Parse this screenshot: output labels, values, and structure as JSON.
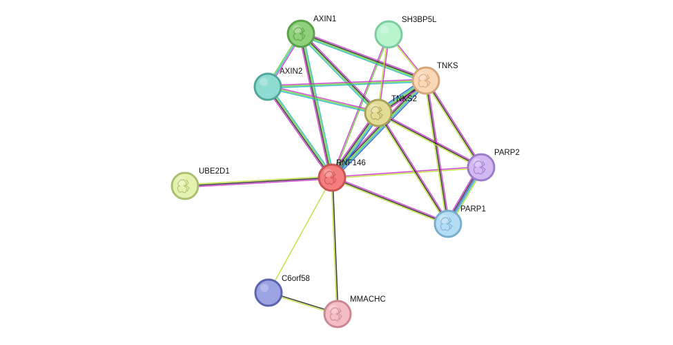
{
  "diagram": {
    "nodes": [
      {
        "id": "RNF146",
        "label": "RNF146",
        "color": "#f47e7e",
        "stroke": "#c85454",
        "has_structure": true
      },
      {
        "id": "AXIN1",
        "label": "AXIN1",
        "color": "#8fd07a",
        "stroke": "#5aa14a",
        "has_structure": true
      },
      {
        "id": "SH3BP5L",
        "label": "SH3BP5L",
        "color": "#b8f5cf",
        "stroke": "#7ccc9f",
        "has_structure": false
      },
      {
        "id": "TNKS",
        "label": "TNKS",
        "color": "#fad7b5",
        "stroke": "#d5a57c",
        "has_structure": true
      },
      {
        "id": "AXIN2",
        "label": "AXIN2",
        "color": "#8fdcd2",
        "stroke": "#51a79c",
        "has_structure": false
      },
      {
        "id": "TNKS2",
        "label": "TNKS2",
        "color": "#e2dc96",
        "stroke": "#a9a25a",
        "has_structure": true
      },
      {
        "id": "PARP2",
        "label": "PARP2",
        "color": "#d2b9f2",
        "stroke": "#9c7dcb",
        "has_structure": true
      },
      {
        "id": "PARP1",
        "label": "PARP1",
        "color": "#b4ddf5",
        "stroke": "#7aaecf",
        "has_structure": true
      },
      {
        "id": "UBE2D1",
        "label": "UBE2D1",
        "color": "#e3f2ae",
        "stroke": "#a9c070",
        "has_structure": true
      },
      {
        "id": "C6orf58",
        "label": "C6orf58",
        "color": "#9ba3e3",
        "stroke": "#5b64ad",
        "has_structure": false
      },
      {
        "id": "MMACHC",
        "label": "MMACHC",
        "color": "#f4bcc4",
        "stroke": "#c98892",
        "has_structure": true
      }
    ],
    "edges": [
      {
        "source": "RNF146",
        "target": "AXIN1",
        "types": [
          "#cc33cc",
          "#222222",
          "#66cc33",
          "#22bbbb"
        ]
      },
      {
        "source": "RNF146",
        "target": "AXIN2",
        "types": [
          "#cc33cc",
          "#222222",
          "#66cc33",
          "#22bbbb"
        ]
      },
      {
        "source": "RNF146",
        "target": "TNKS",
        "types": [
          "#cc33cc",
          "#222222",
          "#66cc33",
          "#22bbbb",
          "#3355cc"
        ]
      },
      {
        "source": "RNF146",
        "target": "TNKS2",
        "types": [
          "#cc33cc",
          "#222222",
          "#66cc33",
          "#22bbbb",
          "#3355cc"
        ]
      },
      {
        "source": "RNF146",
        "target": "SH3BP5L",
        "types": [
          "#cc33cc",
          "#66cc33"
        ]
      },
      {
        "source": "RNF146",
        "target": "PARP2",
        "types": [
          "#cc33cc",
          "#bbdd33"
        ]
      },
      {
        "source": "RNF146",
        "target": "PARP1",
        "types": [
          "#cc33cc",
          "#222222",
          "#bbdd33"
        ]
      },
      {
        "source": "RNF146",
        "target": "UBE2D1",
        "types": [
          "#cc33cc",
          "#222222",
          "#bbdd33"
        ]
      },
      {
        "source": "RNF146",
        "target": "C6orf58",
        "types": [
          "#bbdd33"
        ]
      },
      {
        "source": "RNF146",
        "target": "MMACHC",
        "types": [
          "#222222",
          "#bbdd33"
        ]
      },
      {
        "source": "AXIN1",
        "target": "AXIN2",
        "types": [
          "#cc33cc",
          "#22bbbb",
          "#66cc33"
        ]
      },
      {
        "source": "AXIN1",
        "target": "TNKS",
        "types": [
          "#cc33cc",
          "#222222",
          "#66cc33",
          "#22bbbb"
        ]
      },
      {
        "source": "AXIN1",
        "target": "TNKS2",
        "types": [
          "#cc33cc",
          "#222222",
          "#66cc33",
          "#22bbbb"
        ]
      },
      {
        "source": "AXIN2",
        "target": "TNKS",
        "types": [
          "#cc33cc",
          "#66cc33",
          "#22bbbb"
        ]
      },
      {
        "source": "AXIN2",
        "target": "TNKS2",
        "types": [
          "#cc33cc",
          "#66cc33",
          "#22bbbb"
        ]
      },
      {
        "source": "SH3BP5L",
        "target": "TNKS",
        "types": [
          "#cc33cc",
          "#bbdd33"
        ]
      },
      {
        "source": "SH3BP5L",
        "target": "TNKS2",
        "types": [
          "#cc33cc",
          "#bbdd33"
        ]
      },
      {
        "source": "TNKS",
        "target": "TNKS2",
        "types": [
          "#cc33cc",
          "#222222",
          "#66cc33",
          "#22bbbb",
          "#3355cc"
        ]
      },
      {
        "source": "TNKS",
        "target": "PARP2",
        "types": [
          "#cc33cc",
          "#222222",
          "#bbdd33"
        ]
      },
      {
        "source": "TNKS",
        "target": "PARP1",
        "types": [
          "#cc33cc",
          "#222222",
          "#bbdd33"
        ]
      },
      {
        "source": "TNKS2",
        "target": "PARP2",
        "types": [
          "#cc33cc",
          "#222222",
          "#bbdd33"
        ]
      },
      {
        "source": "TNKS2",
        "target": "PARP1",
        "types": [
          "#cc33cc",
          "#222222",
          "#bbdd33"
        ]
      },
      {
        "source": "PARP1",
        "target": "PARP2",
        "types": [
          "#cc33cc",
          "#222222",
          "#3355cc",
          "#22bbbb",
          "#bbdd33"
        ]
      },
      {
        "source": "C6orf58",
        "target": "MMACHC",
        "types": [
          "#222222",
          "#bbdd33"
        ]
      }
    ]
  }
}
